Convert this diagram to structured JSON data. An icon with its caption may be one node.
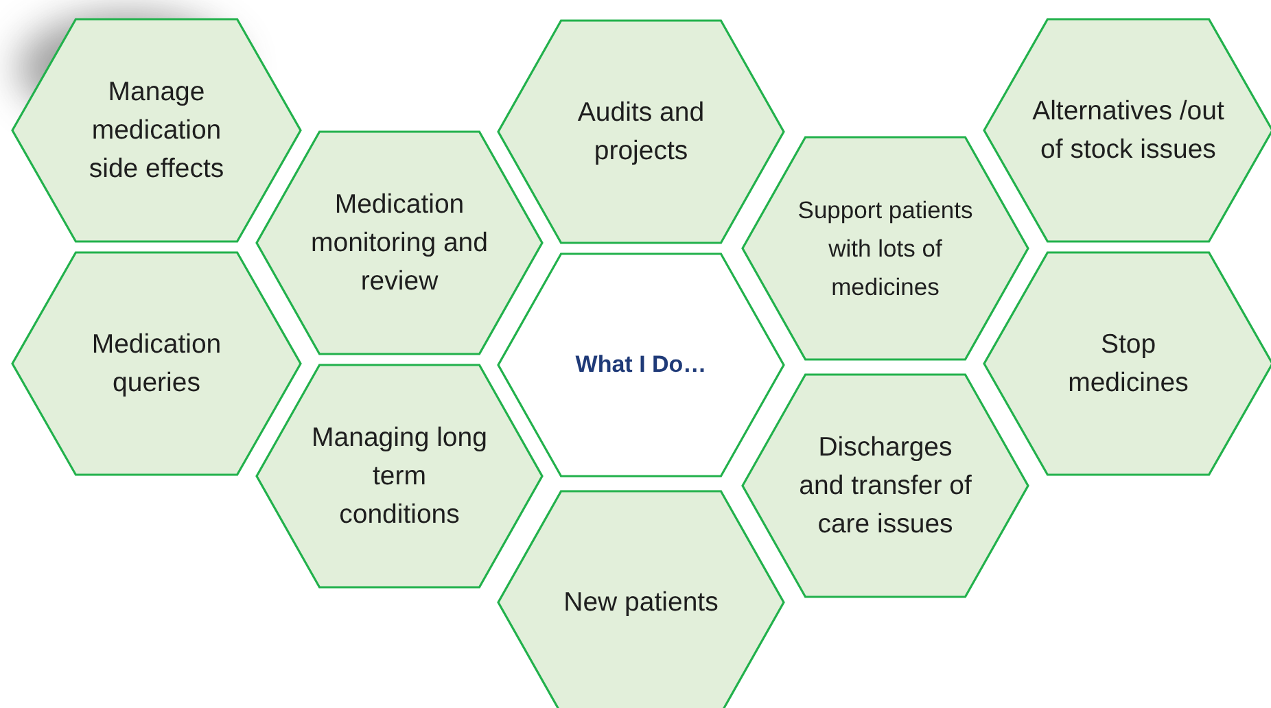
{
  "diagram": {
    "nodes": [
      {
        "text": [
          "Manage medication side effects"
        ]
      },
      {
        "text": [
          "Medication queries"
        ]
      },
      {
        "text": [
          "Medication monitoring and review"
        ]
      },
      {
        "text": [
          "Managing long term conditions"
        ]
      },
      {
        "text": [
          "Audits and projects"
        ]
      },
      {
        "text": [
          "What I Do…"
        ]
      },
      {
        "text": [
          "New patients"
        ]
      },
      {
        "text": [
          "Support patients with lots of medicines"
        ]
      },
      {
        "text": [
          "Discharges and transfer of care issues"
        ]
      },
      {
        "text": [
          "Alternatives /out of stock issues"
        ]
      },
      {
        "text": [
          "Stop medicines"
        ]
      }
    ]
  }
}
